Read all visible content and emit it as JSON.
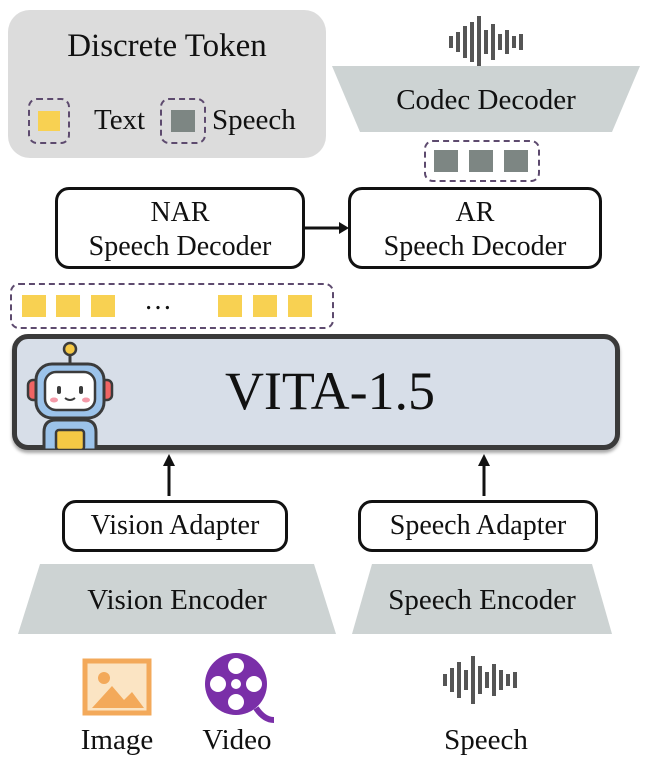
{
  "legend": {
    "title": "Discrete Token",
    "text_label": "Text",
    "speech_label": "Speech"
  },
  "codec_decoder": {
    "label": "Codec Decoder"
  },
  "nar_decoder": {
    "line1": "NAR",
    "line2": "Speech Decoder"
  },
  "ar_decoder": {
    "line1": "AR",
    "line2": "Speech Decoder"
  },
  "text_tokens": {
    "ellipsis": "…"
  },
  "model": {
    "title": "VITA-1.5"
  },
  "vision_adapter": {
    "label": "Vision Adapter"
  },
  "speech_adapter": {
    "label": "Speech Adapter"
  },
  "vision_encoder": {
    "label": "Vision Encoder"
  },
  "speech_encoder": {
    "label": "Speech Encoder"
  },
  "inputs": {
    "image_label": "Image",
    "video_label": "Video",
    "speech_label": "Speech"
  },
  "colors": {
    "text_token": "#f8d152",
    "speech_token": "#7d8683",
    "model_fill": "#d7dee8",
    "encoder_fill": "#cdd3d3",
    "image_icon": "#f3a95a",
    "video_icon": "#7a2fa8"
  }
}
